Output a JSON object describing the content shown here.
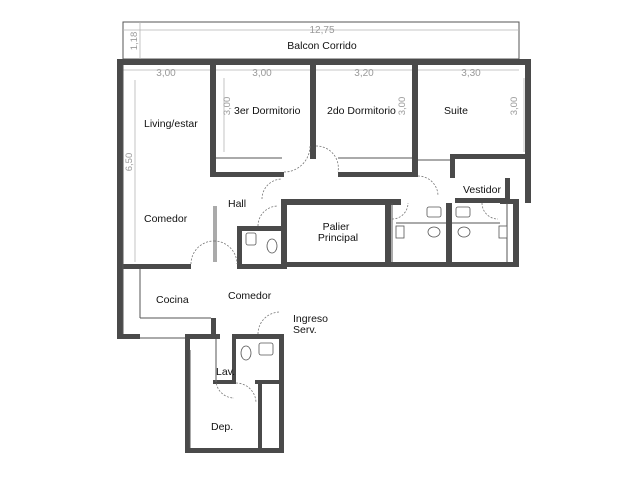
{
  "dimensions": {
    "total_width": "12,75",
    "balcony_depth": "1,18",
    "living_width": "3,00",
    "dorm3_width": "3,00",
    "dorm2_width": "3,20",
    "suite_width": "3,30",
    "living_depth": "6,50",
    "dorm3_depth": "3,00",
    "dorm2_depth": "3,00",
    "suite_depth": "3,00"
  },
  "rooms": {
    "balcony": "Balcon Corrido",
    "living": "Living/estar",
    "dorm3": "3er Dormitorio",
    "dorm2": "2do Dormitorio",
    "suite": "Suite",
    "vestidor": "Vestidor",
    "hall": "Hall",
    "comedor_main": "Comedor",
    "palier_line1": "Palier",
    "palier_line2": "Principal",
    "cocina": "Cocina",
    "comedor_diario": "Comedor",
    "ingreso_line1": "Ingreso",
    "ingreso_line2": "Serv.",
    "lav": "Lav.",
    "dep": "Dep."
  }
}
